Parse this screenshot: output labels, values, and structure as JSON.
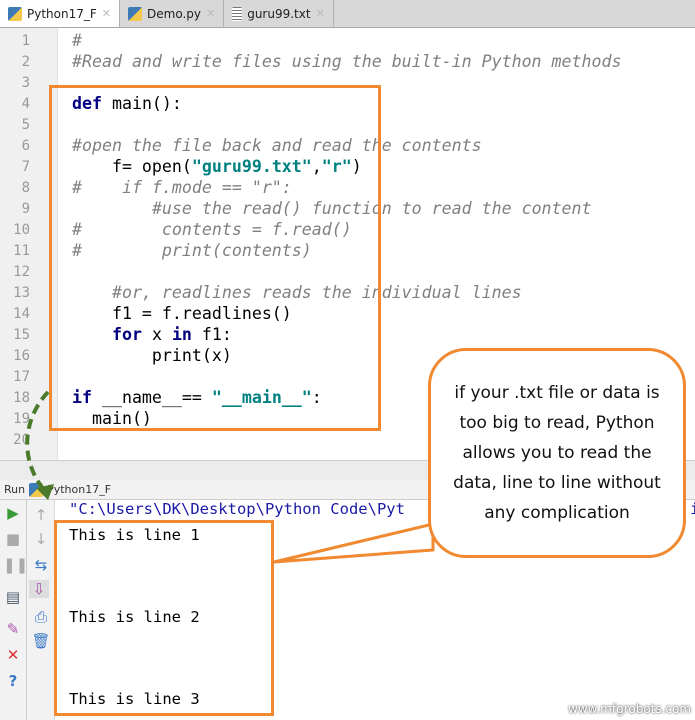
{
  "tabs": [
    {
      "label": "Python17_F",
      "icon": "python-file-icon",
      "active": true
    },
    {
      "label": "Demo.py",
      "icon": "python-file-icon"
    },
    {
      "label": "guru99.txt",
      "icon": "text-file-icon"
    }
  ],
  "code_lines": [
    {
      "n": "1",
      "text": "#"
    },
    {
      "n": "2",
      "text": "#Read and write files using the built-in Python methods"
    },
    {
      "n": "3",
      "text": ""
    },
    {
      "n": "4",
      "text": "def main():"
    },
    {
      "n": "5",
      "text": ""
    },
    {
      "n": "6",
      "text": "#open the file back and read the contents"
    },
    {
      "n": "7",
      "text": "    f= open(\"guru99.txt\",\"r\")"
    },
    {
      "n": "8",
      "text": "#    if f.mode == \"r\":"
    },
    {
      "n": "9",
      "text": "        #use the read() function to read the content"
    },
    {
      "n": "10",
      "text": "#        contents = f.read()"
    },
    {
      "n": "11",
      "text": "#        print(contents)"
    },
    {
      "n": "12",
      "text": ""
    },
    {
      "n": "13",
      "text": "    #or, readlines reads the individual lines"
    },
    {
      "n": "14",
      "text": "    f1 = f.readlines()"
    },
    {
      "n": "15",
      "text": "    for x in f1:"
    },
    {
      "n": "16",
      "text": "        print(x)"
    },
    {
      "n": "17",
      "text": ""
    },
    {
      "n": "18",
      "text": "if __name__== \"__main__\":"
    },
    {
      "n": "19",
      "text": "  main()"
    },
    {
      "n": "20",
      "text": ""
    }
  ],
  "run": {
    "label": "Run",
    "config": "Python17_F"
  },
  "console": {
    "command": "\"C:\\Users\\DK\\Desktop\\Python Code\\Pyt",
    "command_tail": "i",
    "lines": [
      "This is line 1",
      "This is line 2",
      "This is line 3"
    ]
  },
  "callout": "if your .txt file or data is too big to read, Python allows you to read the data, line to line without any complication",
  "watermark": "www.mfgrobots.com",
  "colors": {
    "highlight": "#f0892f",
    "arrow": "#4a7a2a"
  }
}
